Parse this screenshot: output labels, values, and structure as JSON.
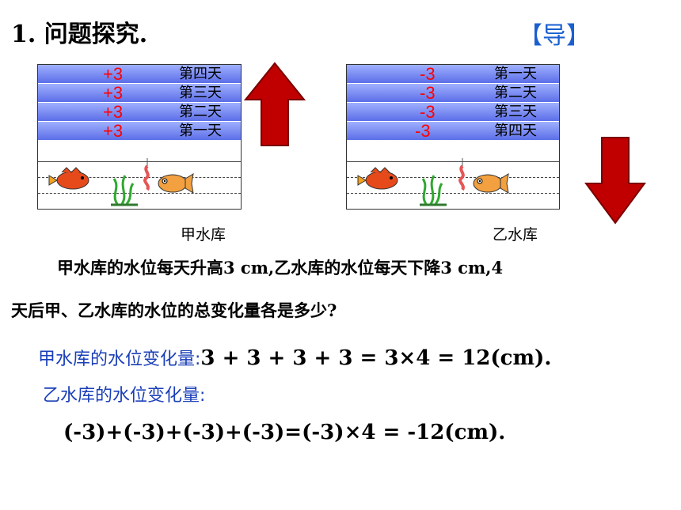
{
  "title": "1. 问题探究.",
  "badge": "【导】",
  "tank_a": {
    "caption": "甲水库",
    "bands": [
      {
        "change": "+3",
        "day": "第四天"
      },
      {
        "change": "+3",
        "day": "第三天"
      },
      {
        "change": "+3",
        "day": "第二天"
      },
      {
        "change": "+3",
        "day": "第一天"
      }
    ]
  },
  "tank_b": {
    "caption": "乙水库",
    "bands": [
      {
        "change": "-3",
        "day": "第一天"
      },
      {
        "change": "-3",
        "day": "第二天"
      },
      {
        "change": "-3",
        "day": "第三天"
      },
      {
        "change": "-3",
        "day": "第四天"
      }
    ]
  },
  "question_line1": "甲水库的水位每天升高3 cm,乙水库的水位每天下降3 cm,4",
  "question_line2": "天后甲、乙水库的水位的总变化量各是多少?",
  "answer_a_label": "甲水库的水位变化量:",
  "answer_a_formula": "3 + 3 + 3 + 3 = 3×4 = 12(cm).",
  "answer_b_label": "乙水库的水位变化量:",
  "answer_b_formula": "(-3)+(-3)+(-3)+(-3)=(-3)×4 = -12(cm).",
  "colors": {
    "arrow": "#c00000",
    "band": "#6f7ff0",
    "plus_minus": "#ff0000",
    "label_blue": "#1a3fb8"
  }
}
